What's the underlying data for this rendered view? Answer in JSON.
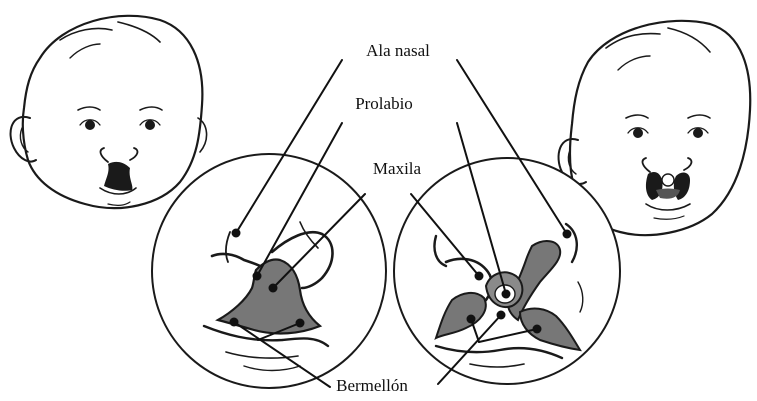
{
  "labels": {
    "ala_nasal": "Ala nasal",
    "prolabio": "Prolabio",
    "maxila": "Maxila",
    "bermellon": "Bermellón"
  },
  "colors": {
    "ink": "#1a1a1a",
    "cleft_fill": "#777777",
    "skin": "#ffffff"
  },
  "icons": [
    "infant-face-unilateral-cleft",
    "infant-face-bilateral-cleft",
    "magnified-lip-unilateral",
    "magnified-lip-bilateral"
  ]
}
